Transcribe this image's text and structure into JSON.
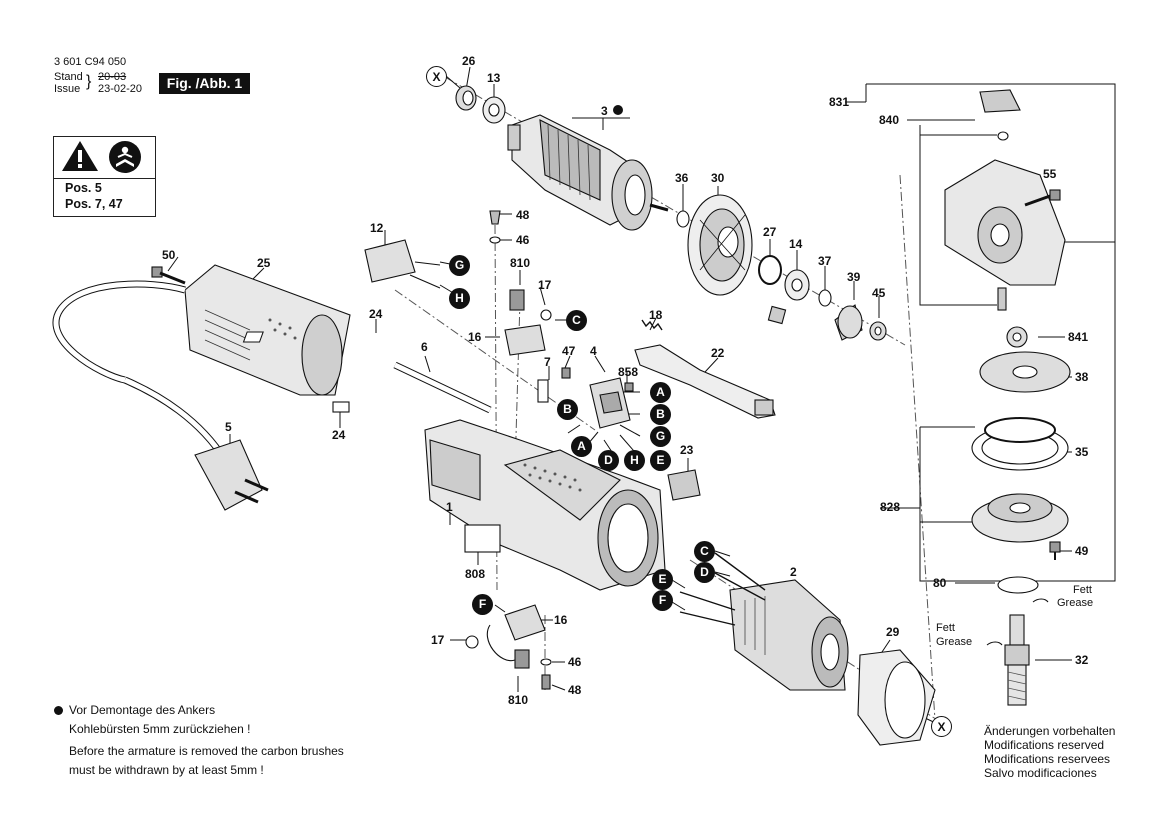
{
  "header": {
    "part_number": "3 601 C94 050",
    "stand_label": "Stand",
    "issue_label": "Issue",
    "old_date": "20-03",
    "new_date": "23-02-20",
    "figure": "Fig. /Abb. 1"
  },
  "warning": {
    "line1": "Pos. 5",
    "line2": "Pos. 7, 47",
    "icons": [
      "warning-triangle-icon",
      "read-manual-icon"
    ]
  },
  "labels": {
    "l26": "26",
    "l13": "13",
    "l3": "3",
    "l36": "36",
    "l30": "30",
    "l27": "27",
    "l14": "14",
    "l37": "37",
    "l39": "39",
    "l45": "45",
    "l48a": "48",
    "l46a": "46",
    "l12": "12",
    "l810a": "810",
    "l17a": "17",
    "l16a": "16",
    "l18": "18",
    "l50": "50",
    "l25": "25",
    "l24a": "24",
    "l24b": "24",
    "l6": "6",
    "l7": "7",
    "l47": "47",
    "l4": "4",
    "l858": "858",
    "l22": "22",
    "l23": "23",
    "l5": "5",
    "l1": "1",
    "l808": "808",
    "l2": "2",
    "l16b": "16",
    "l17b": "17",
    "l46b": "46",
    "l48b": "48",
    "l810b": "810",
    "l29": "29",
    "l831": "831",
    "l840": "840",
    "l55": "55",
    "l841": "841",
    "l38": "38",
    "l35": "35",
    "l828": "828",
    "l49": "49",
    "l80": "80",
    "l32": "32"
  },
  "connectors": {
    "G1": "G",
    "H1": "H",
    "C1": "C",
    "A1": "A",
    "B1": "B",
    "B2": "B",
    "G2": "G",
    "A2": "A",
    "D1": "D",
    "H2": "H",
    "E1": "E",
    "C2": "C",
    "D2": "D",
    "E2": "E",
    "F1": "F",
    "F2": "F",
    "X1": "X",
    "X2": "X"
  },
  "grease": {
    "right_de": "Fett",
    "right_en": "Grease",
    "left_de": "Fett",
    "left_en": "Grease"
  },
  "notes": {
    "de_line1": "Vor Demontage des Ankers",
    "de_line2": "Kohlebürsten 5mm zurückziehen !",
    "en_line1": "Before the armature is removed the carbon brushes",
    "en_line2": "must be withdrawn by at least 5mm !"
  },
  "modifications": {
    "de": "Änderungen vorbehalten",
    "en": "Modifications reserved",
    "fr": "Modifications reservees",
    "es": "Salvo modificaciones"
  }
}
